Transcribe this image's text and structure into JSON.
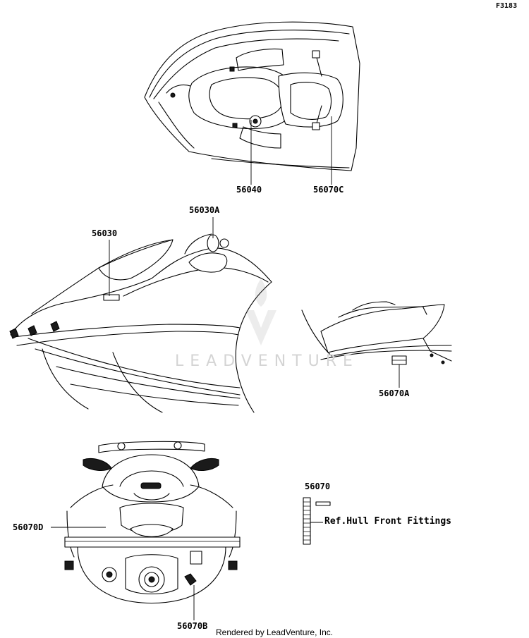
{
  "figure_code": "F3183",
  "watermark": {
    "brand": "LEADVENTURE"
  },
  "credit": "Rendered by LeadVenture, Inc.",
  "callouts": {
    "top_seat": "56040",
    "top_handle": "56070C",
    "side_bow": "56030",
    "side_handle": "56030A",
    "rear_side": "56070A",
    "rear_left": "56070D",
    "rear_bottom": "56070B",
    "part_ref": "56070"
  },
  "reference_text": "Ref.Hull Front Fittings"
}
